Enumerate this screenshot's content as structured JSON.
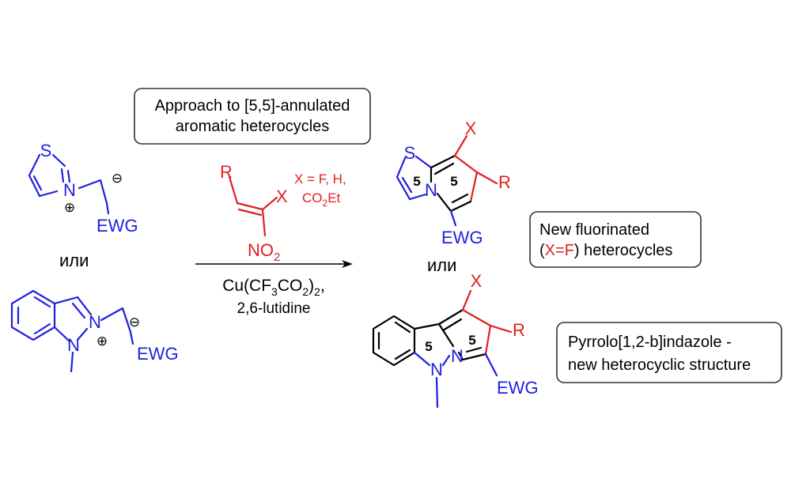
{
  "boxes": {
    "approach_line1": "Approach to [5,5]-annulated",
    "approach_line2": "aromatic heterocycles",
    "fluorinated_line1": "New fluorinated",
    "fluorinated_xf": "X=F",
    "fluorinated_line2_rest": " heterocycles",
    "pyrrolo_line1": "Pyrrolo[1,2-b]indazole -",
    "pyrrolo_line2": "new heterocyclic structure"
  },
  "reactant_thiazolium": {
    "S": "S",
    "N": "N",
    "plus": "⊕",
    "minus": "⊖",
    "EWG": "EWG"
  },
  "or_label": "или",
  "reactant_indazolium": {
    "N1": "N",
    "N2": "N",
    "plus": "⊕",
    "minus": "⊖",
    "EWG": "EWG"
  },
  "reagent": {
    "R": "R",
    "X": "X",
    "NO": "NO",
    "NO_sub": "2",
    "x_options_line1": "X = F, H,",
    "x_options_co": "CO",
    "x_options_sub": "2",
    "x_options_et": "Et"
  },
  "conditions": {
    "cu_prefix": "Cu(CF",
    "sub3": "3",
    "co": "CO",
    "sub2a": "2",
    "close": ")",
    "sub2b": "2",
    "comma": ",",
    "line2": "2,6-lutidine"
  },
  "product_thiazole": {
    "S": "S",
    "N": "N",
    "ring1": "5",
    "ring2": "5",
    "X": "X",
    "R": "R",
    "EWG": "EWG"
  },
  "product_indazole": {
    "N1": "N",
    "N2": "N",
    "ring1": "5",
    "ring2": "5",
    "X": "X",
    "R": "R",
    "EWG": "EWG"
  },
  "colors": {
    "blue": "#1f1fe0",
    "red": "#e01f1f",
    "black": "#000000"
  }
}
